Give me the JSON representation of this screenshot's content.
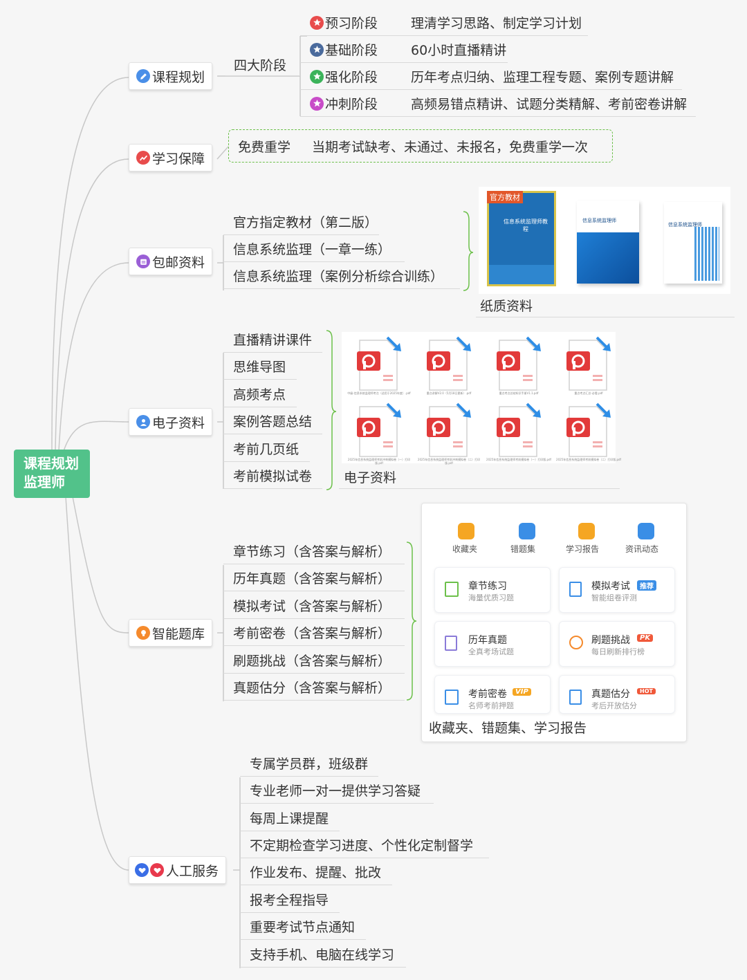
{
  "root": {
    "line1": "课程规划",
    "line2": "监理师"
  },
  "colors": {
    "root_bg": "#52c28a",
    "branch_line": "#c8c8c8",
    "bracket_green": "#6cc04a"
  },
  "course_plan": {
    "label": "课程规划",
    "icon": "pencil-icon",
    "sub_label": "四大阶段",
    "stages": [
      {
        "name": "预习阶段",
        "desc": "理清学习思路、制定学习计划",
        "star_color": "#e84c4c"
      },
      {
        "name": "基础阶段",
        "desc": "60小时直播精讲",
        "star_color": "#4a6a9c"
      },
      {
        "name": "强化阶段",
        "desc": "历年考点归纳、监理工程专题、案例专题讲解",
        "star_color": "#3bb35a"
      },
      {
        "name": "冲刺阶段",
        "desc": "高频易错点精讲、试题分类精解、考前密卷讲解",
        "star_color": "#c84cc8"
      }
    ]
  },
  "study_guarantee": {
    "label": "学习保障",
    "icon": "trend-icon",
    "title": "免费重学",
    "desc": "当期考试缺考、未通过、未报名，免费重学一次"
  },
  "mail_materials": {
    "label": "包邮资料",
    "icon": "calendar-icon",
    "items": [
      "官方指定教材（第二版）",
      "信息系统监理（一章一练）",
      "信息系统监理（案例分析综合训练）"
    ],
    "image_caption": "纸质资料",
    "book_badge": "官方教材",
    "book1_title": "信息系统监理师教程",
    "book2_title": "信息系统监理师",
    "book3_title": "信息系统监理师"
  },
  "digital_materials": {
    "label": "电子资料",
    "icon": "user-icon",
    "items": [
      "直播精讲课件",
      "思维导图",
      "高频考点",
      "案例答题总结",
      "考前几页纸",
      "考前模拟试卷"
    ],
    "image_caption": "电子资料",
    "pdf_captions": [
      "中级-信息系统监理师考点（适用于2025年度）.pdf",
      "重点讲解V2.0（5月18日更新）.pdf",
      "重点考点总结知识手册V1.1.pdf",
      "重点考点汇总-必看.pdf",
      "2025年信息系统监理师考前冲刺模拟卷（一）打印版.pdf",
      "2025年信息系统监理师考前冲刺模拟卷（二）打印版.pdf",
      "2025年信息系统监理师考前模拟卷（一）打印版.pdf",
      "2025年信息系统监理师考前模拟卷（二）打印版.pdf"
    ]
  },
  "question_bank": {
    "label": "智能题库",
    "icon": "bulb-icon",
    "items": [
      "章节练习（含答案与解析）",
      "历年真题（含答案与解析）",
      "模拟考试（含答案与解析）",
      "考前密卷（含答案与解析）",
      "刷题挑战（含答案与解析）",
      "真题估分（含答案与解析）"
    ],
    "image_caption": "收藏夹、错题集、学习报告",
    "app_top": [
      {
        "label": "收藏夹",
        "icon": "star-folder-icon",
        "color": "#f5a623"
      },
      {
        "label": "错题集",
        "icon": "wrong-book-icon",
        "color": "#3a8ee6"
      },
      {
        "label": "学习报告",
        "icon": "report-icon",
        "color": "#f5a623"
      },
      {
        "label": "资讯动态",
        "icon": "news-icon",
        "color": "#3a8ee6"
      }
    ],
    "app_cards": [
      {
        "title": "章节练习",
        "sub": "海量优质习题",
        "tag": "",
        "icon": "books-icon"
      },
      {
        "title": "模拟考试",
        "sub": "智能组卷评测",
        "tag": "推荐",
        "icon": "exam-icon"
      },
      {
        "title": "历年真题",
        "sub": "全真考场试题",
        "tag": "",
        "icon": "history-icon"
      },
      {
        "title": "刷题挑战",
        "sub": "每日刷新排行榜",
        "tag": "PK",
        "icon": "medal-icon"
      },
      {
        "title": "考前密卷",
        "sub": "名师考前押题",
        "tag": "VIP",
        "icon": "secret-paper-icon"
      },
      {
        "title": "真题估分",
        "sub": "考后开放估分",
        "tag": "HOT",
        "icon": "score-icon"
      }
    ]
  },
  "human_service": {
    "label": "人工服务",
    "icon": "heart-icon",
    "items": [
      "专属学员群，班级群",
      "专业老师一对一提供学习答疑",
      "每周上课提醒",
      "不定期检查学习进度、个性化定制督学",
      "作业发布、提醒、批改",
      "报考全程指导",
      "重要考试节点通知",
      "支持手机、电脑在线学习"
    ]
  }
}
